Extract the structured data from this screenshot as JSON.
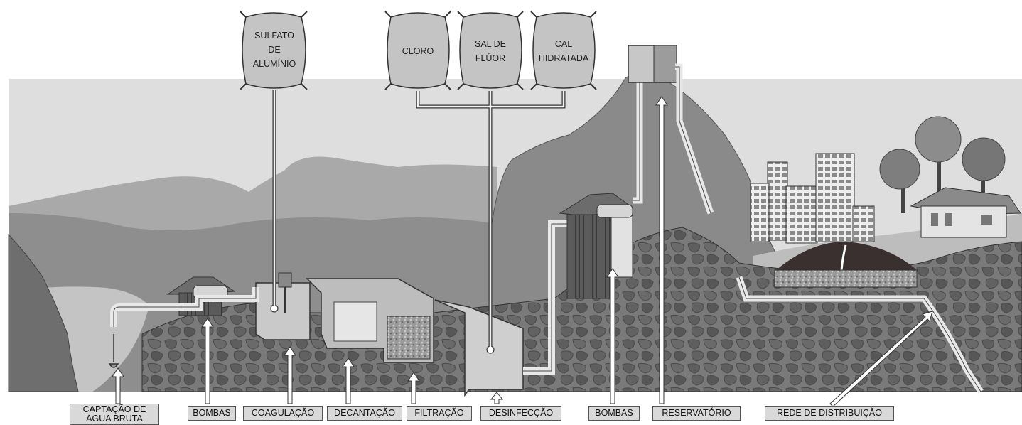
{
  "bags": {
    "sulfato": [
      "SULFATO",
      "DE",
      "ALUMÍNIO"
    ],
    "cloro": [
      "CLORO"
    ],
    "fluor": [
      "SAL DE",
      "FLÚOR"
    ],
    "cal": [
      "CAL",
      "HIDRATADA"
    ]
  },
  "labels": {
    "captacao_line1": "CAPTAÇÃO DE",
    "captacao_line2": "ÁGUA BRUTA",
    "bombas1": "BOMBAS",
    "coagulacao": "COAGULAÇÃO",
    "decantacao": "DECANTAÇÃO",
    "filtracao": "FILTRAÇÃO",
    "desinfeccao": "DESINFECÇÃO",
    "bombas2": "BOMBAS",
    "reservatorio": "RESERVATÓRIO",
    "rede": "REDE DE DISTRIBUIÇÃO"
  }
}
